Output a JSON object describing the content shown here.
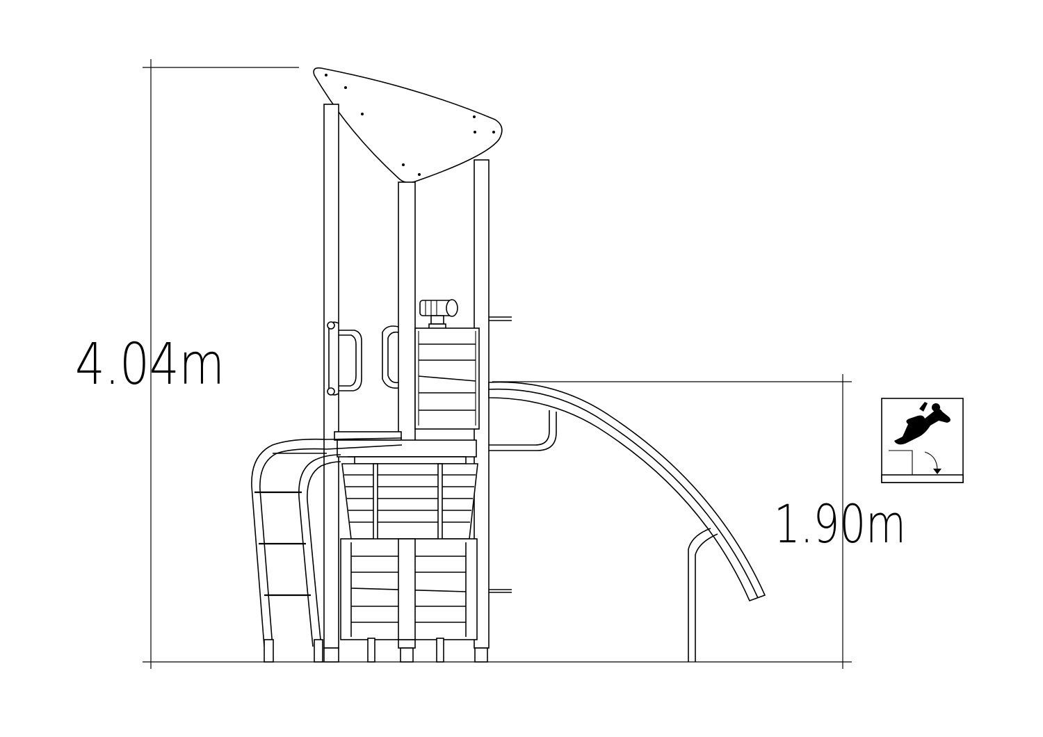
{
  "drawing": {
    "overall_height_label": "4.04m",
    "platform_height_label": "1.90m",
    "fall_height_icon": "fall-height-pictogram"
  }
}
